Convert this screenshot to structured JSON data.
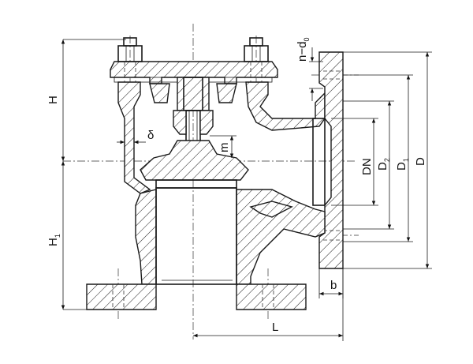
{
  "labels": {
    "H": "H",
    "H1": "H",
    "H1_sub": "1",
    "delta": "δ",
    "m": "m",
    "n_d0": "n−d",
    "n_d0_sub": "0",
    "DN": "DN",
    "D2": "D",
    "D2_sub": "2",
    "D1": "D",
    "D1_sub": "1",
    "D": "D",
    "b": "b",
    "L": "L"
  }
}
